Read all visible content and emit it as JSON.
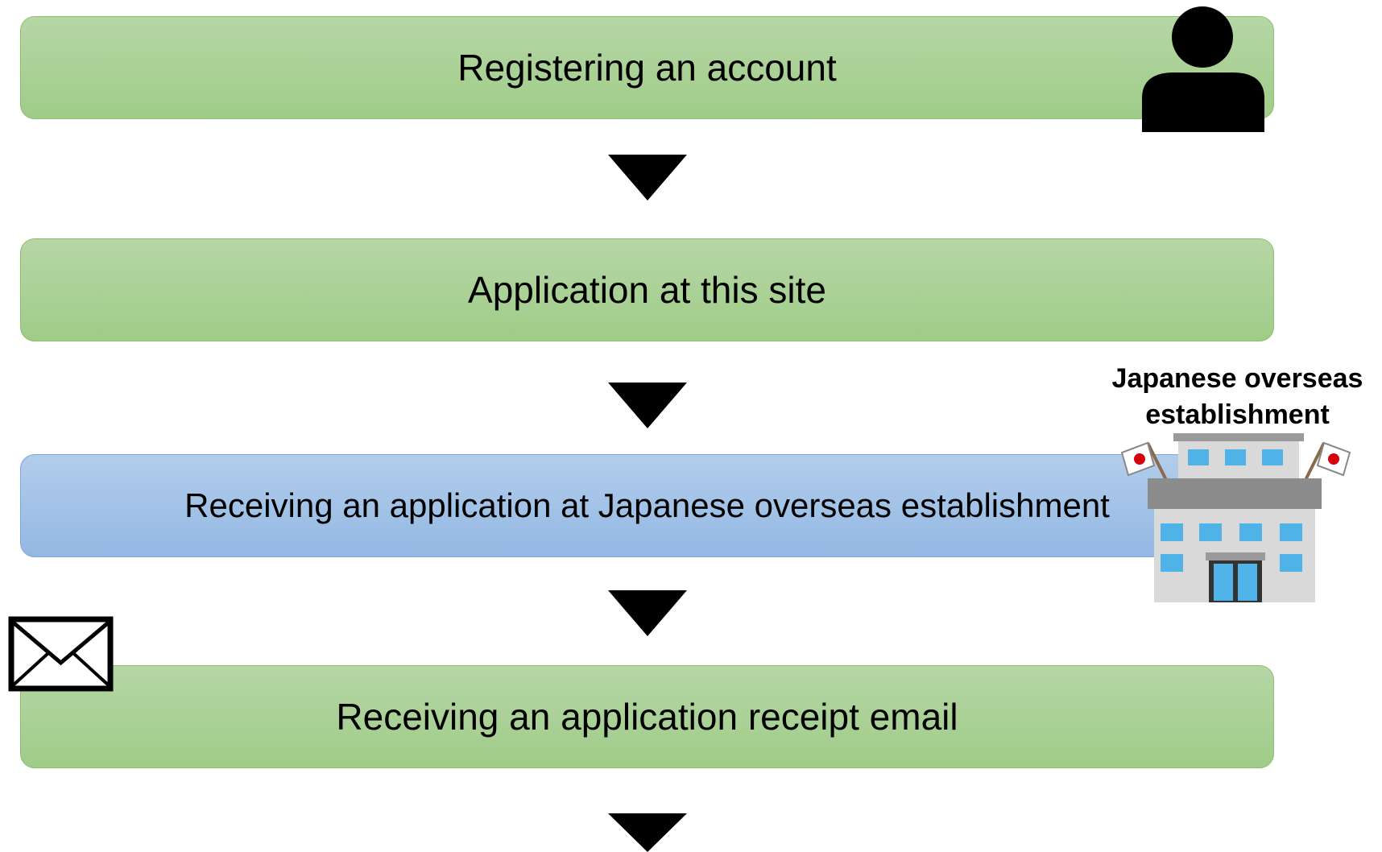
{
  "flow": {
    "steps": [
      {
        "label": "Registering an account",
        "color": "#a8d08d",
        "icon": "person-icon"
      },
      {
        "label": "Application at this site",
        "color": "#a8d08d"
      },
      {
        "label": "Receiving an application at Japanese overseas establishment",
        "color": "#9dc3e6",
        "icon": "embassy-building-icon"
      },
      {
        "label": "Receiving an application receipt email",
        "color": "#a8d08d",
        "icon": "envelope-icon"
      }
    ],
    "arrow_icon": "down-triangle-arrow",
    "annotation": {
      "line1": "Japanese overseas",
      "line2": "establishment"
    }
  },
  "colors": {
    "green_step": "#a8d08d",
    "blue_step": "#9dc3e6",
    "arrow": "#000000",
    "flag_red": "#d7000f",
    "window_blue": "#4fb3e8"
  }
}
